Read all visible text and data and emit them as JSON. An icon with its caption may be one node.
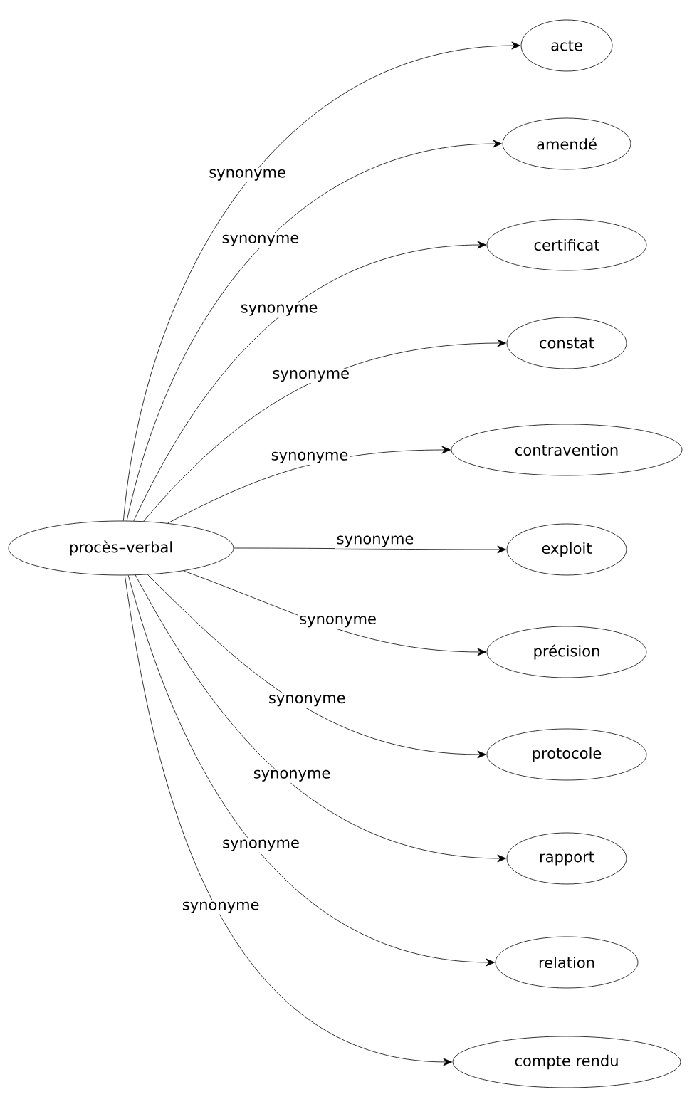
{
  "diagram": {
    "nodes": [
      {
        "text": [
          "procès–verbal"
        ]
      },
      {
        "text": [
          "acte"
        ]
      },
      {
        "text": [
          "amendé"
        ]
      },
      {
        "text": [
          "certificat"
        ]
      },
      {
        "text": [
          "constat"
        ]
      },
      {
        "text": [
          "contravention"
        ]
      },
      {
        "text": [
          "exploit"
        ]
      },
      {
        "text": [
          "précision"
        ]
      },
      {
        "text": [
          "protocole"
        ]
      },
      {
        "text": [
          "rapport"
        ]
      },
      {
        "text": [
          "relation"
        ]
      },
      {
        "text": [
          "compte rendu"
        ]
      }
    ],
    "edges": [
      {
        "from": 0,
        "to": 1,
        "arrow": "to",
        "label": "synonyme"
      },
      {
        "from": 0,
        "to": 2,
        "arrow": "to",
        "label": "synonyme"
      },
      {
        "from": 0,
        "to": 3,
        "arrow": "to",
        "label": "synonyme"
      },
      {
        "from": 0,
        "to": 4,
        "arrow": "to",
        "label": "synonyme"
      },
      {
        "from": 0,
        "to": 5,
        "arrow": "to",
        "label": "synonyme"
      },
      {
        "from": 0,
        "to": 6,
        "arrow": "to",
        "label": "synonyme"
      },
      {
        "from": 0,
        "to": 7,
        "arrow": "to",
        "label": "synonyme"
      },
      {
        "from": 0,
        "to": 8,
        "arrow": "to",
        "label": "synonyme"
      },
      {
        "from": 0,
        "to": 9,
        "arrow": "to",
        "label": "synonyme"
      },
      {
        "from": 0,
        "to": 10,
        "arrow": "to",
        "label": "synonyme"
      },
      {
        "from": 0,
        "to": 11,
        "arrow": "to",
        "label": "synonyme"
      }
    ]
  }
}
